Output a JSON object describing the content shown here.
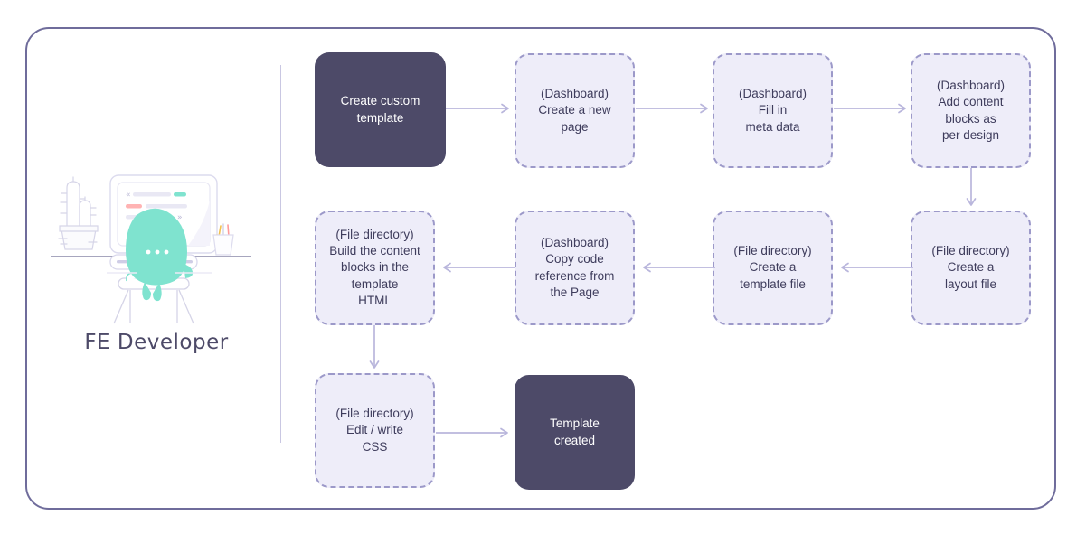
{
  "diagram": {
    "title": "FE Developer custom template creation flow",
    "panel": {
      "label": "FE Developer",
      "illustration_name": "developer-at-desk-illustration"
    },
    "colors": {
      "frame_border": "#6f6c9b",
      "divider": "#c9c7e2",
      "node_solid_fill": "#4d4a68",
      "node_solid_text": "#ffffff",
      "node_dashed_fill": "#eeedf9",
      "node_dashed_border": "#9c99c9",
      "node_dashed_text": "#3e3c5c",
      "arrow": "#b9b6dc",
      "character": "#7fe3cf",
      "label_text": "#4d4a68"
    },
    "nodes": [
      {
        "id": "n1",
        "type": "solid",
        "text": "Create custom\ntemplate",
        "row": 1,
        "col": 1
      },
      {
        "id": "n2",
        "type": "dashed",
        "text": "(Dashboard)\nCreate a new\npage",
        "row": 1,
        "col": 2
      },
      {
        "id": "n3",
        "type": "dashed",
        "text": "(Dashboard)\nFill in\nmeta data",
        "row": 1,
        "col": 3
      },
      {
        "id": "n4",
        "type": "dashed",
        "text": "(Dashboard)\nAdd content\nblocks as\nper design",
        "row": 1,
        "col": 4
      },
      {
        "id": "n5",
        "type": "dashed",
        "text": "(File directory)\nCreate a\nlayout file",
        "row": 2,
        "col": 4
      },
      {
        "id": "n6",
        "type": "dashed",
        "text": "(File directory)\nCreate a\ntemplate file",
        "row": 2,
        "col": 3
      },
      {
        "id": "n7",
        "type": "dashed",
        "text": "(Dashboard)\nCopy code\nreference from\nthe Page",
        "row": 2,
        "col": 2
      },
      {
        "id": "n8",
        "type": "dashed",
        "text": "(File directory)\nBuild the content\nblocks in the\ntemplate\nHTML",
        "row": 2,
        "col": 1
      },
      {
        "id": "n9",
        "type": "dashed",
        "text": "(File directory)\nEdit / write\nCSS",
        "row": 3,
        "col": 1
      },
      {
        "id": "n10",
        "type": "solid",
        "text": "Template\ncreated",
        "row": 3,
        "col": 2
      }
    ],
    "edges": [
      {
        "from": "n1",
        "to": "n2",
        "direction": "right"
      },
      {
        "from": "n2",
        "to": "n3",
        "direction": "right"
      },
      {
        "from": "n3",
        "to": "n4",
        "direction": "right"
      },
      {
        "from": "n4",
        "to": "n5",
        "direction": "down"
      },
      {
        "from": "n5",
        "to": "n6",
        "direction": "left"
      },
      {
        "from": "n6",
        "to": "n7",
        "direction": "left"
      },
      {
        "from": "n7",
        "to": "n8",
        "direction": "left"
      },
      {
        "from": "n8",
        "to": "n9",
        "direction": "down"
      },
      {
        "from": "n9",
        "to": "n10",
        "direction": "right"
      }
    ]
  }
}
